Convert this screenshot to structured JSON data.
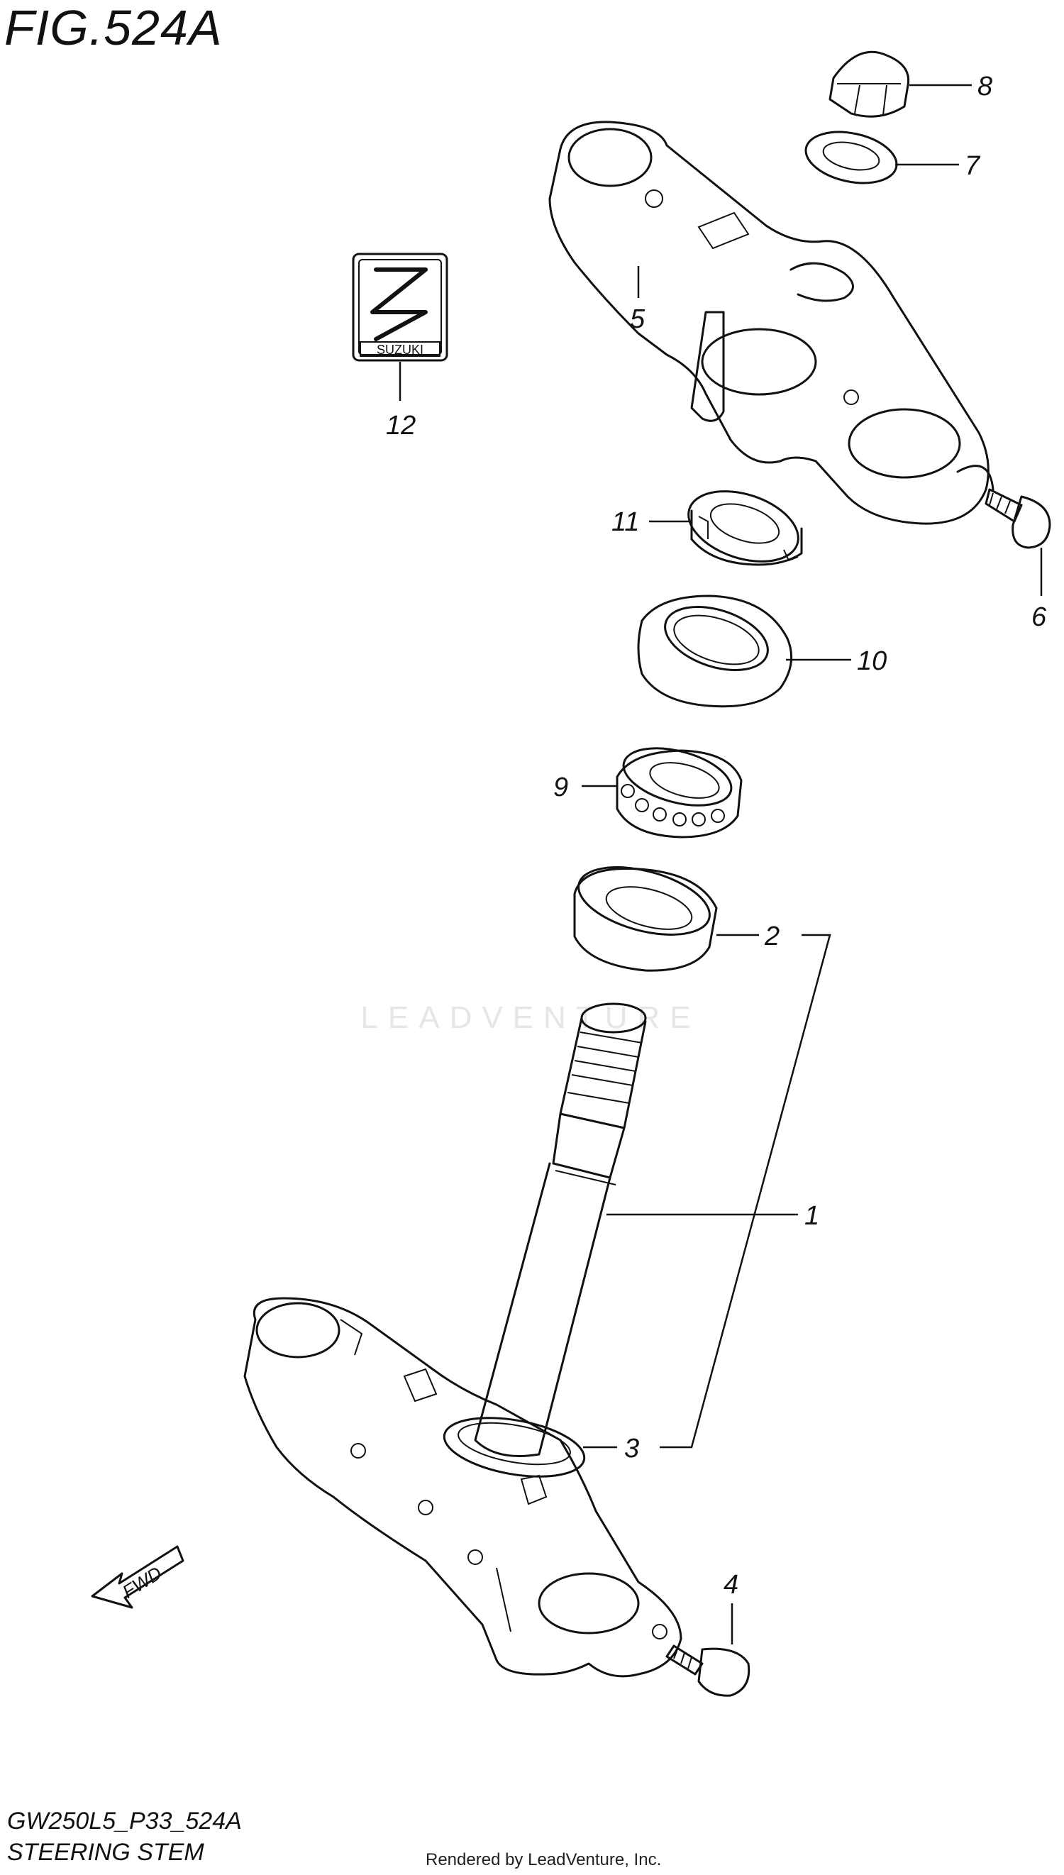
{
  "figure": {
    "title": "FIG.524A",
    "code": "GW250L5_P33_524A",
    "name": "STEERING STEM",
    "rendered_by": "Rendered by LeadVenture, Inc.",
    "watermark": "LEADVENTURE"
  },
  "emblem": {
    "brand_text": "SUZUKI"
  },
  "direction_arrow": {
    "label": "FWD"
  },
  "callouts": [
    {
      "id": "1",
      "label": "1"
    },
    {
      "id": "2",
      "label": "2"
    },
    {
      "id": "3",
      "label": "3"
    },
    {
      "id": "4",
      "label": "4"
    },
    {
      "id": "5",
      "label": "5"
    },
    {
      "id": "6",
      "label": "6"
    },
    {
      "id": "7",
      "label": "7"
    },
    {
      "id": "8",
      "label": "8"
    },
    {
      "id": "9",
      "label": "9"
    },
    {
      "id": "10",
      "label": "10"
    },
    {
      "id": "11",
      "label": "11"
    },
    {
      "id": "12",
      "label": "12"
    }
  ]
}
